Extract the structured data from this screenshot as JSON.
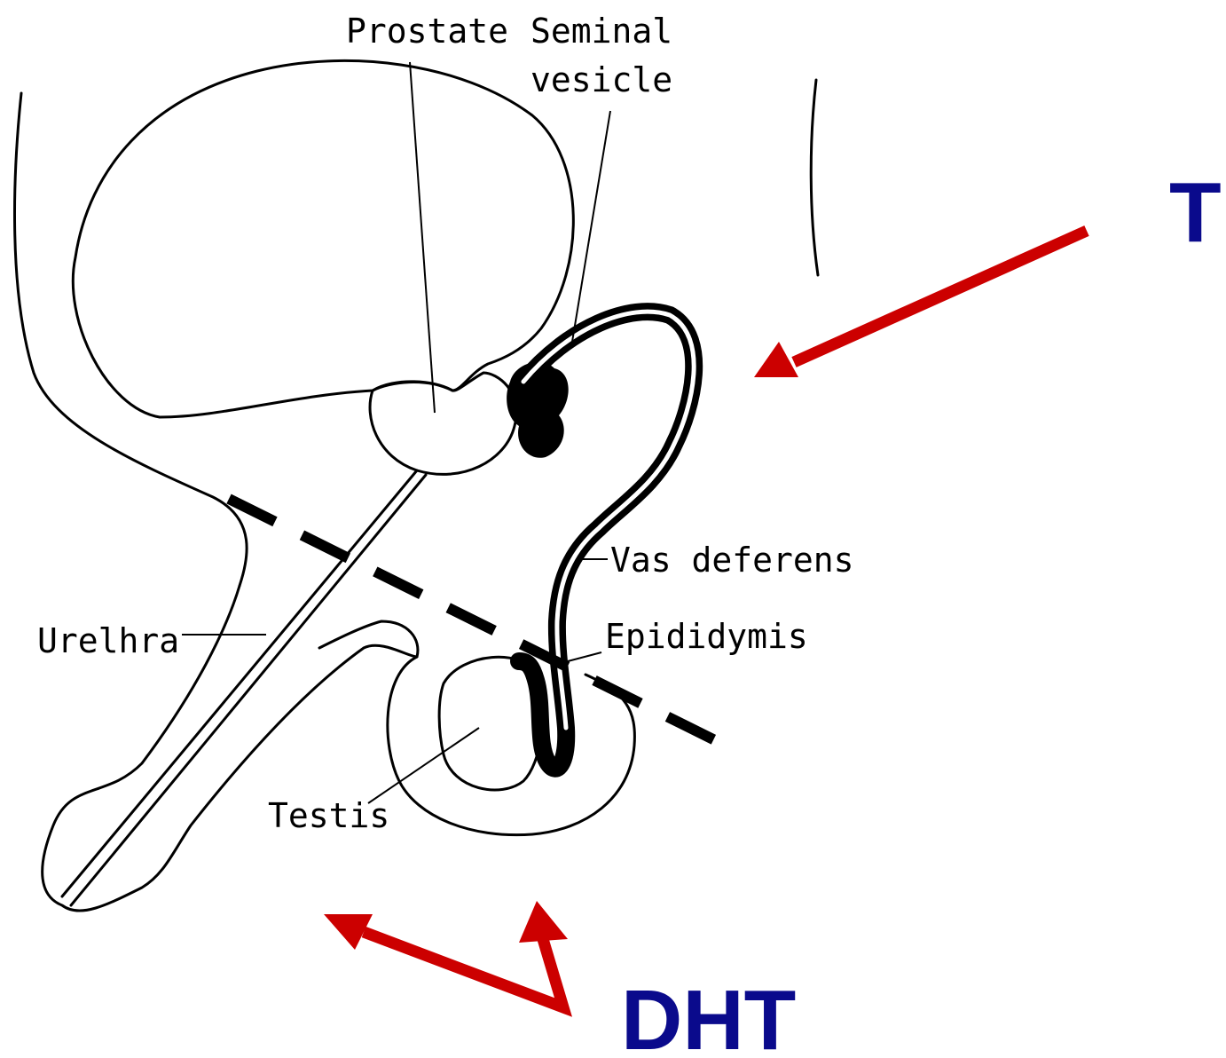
{
  "labels": {
    "prostate": "Prostate",
    "seminal_1": "Seminal",
    "seminal_2": "vesicle",
    "vas": "Vas deferens",
    "epididymis": "Epididymis",
    "urethra": "Urelhra",
    "testis": "Testis"
  },
  "hormones": {
    "top": "T",
    "bottom": "DHT"
  },
  "colors": {
    "arrow": "#cc0000",
    "hormone_text": "#0a0a8c",
    "ink": "#000000"
  }
}
